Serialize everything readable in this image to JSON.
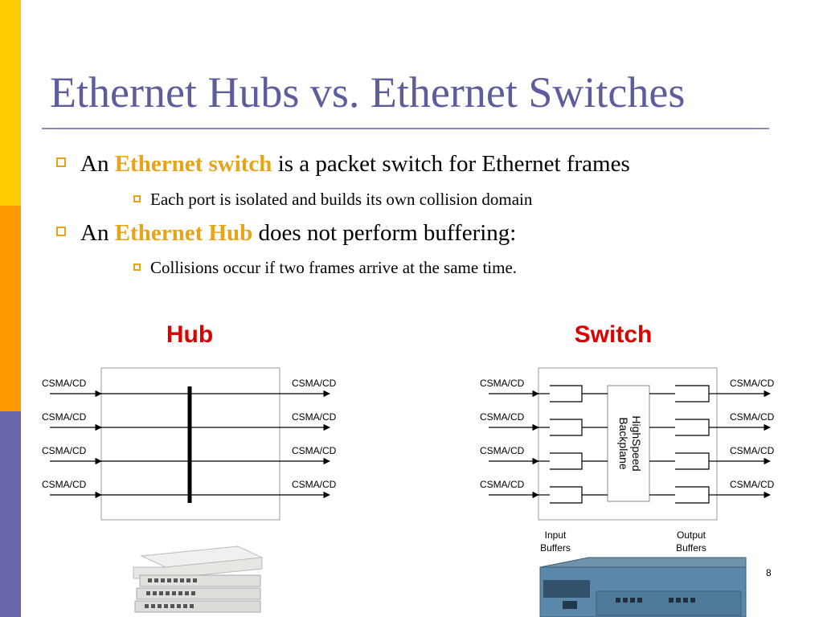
{
  "slide": {
    "title": "Ethernet Hubs vs. Ethernet Switches",
    "number": "8"
  },
  "bullets": [
    {
      "before": "An ",
      "highlight": "Ethernet switch",
      "after": " is a packet switch for Ethernet frames"
    },
    {
      "text": "Each port is isolated and builds its own collision domain"
    },
    {
      "before": "An ",
      "highlight": "Ethernet Hub",
      "after": " does not perform buffering:"
    },
    {
      "text": "Collisions occur if two frames arrive at the same time."
    }
  ],
  "hub_diagram": {
    "title": "Hub",
    "left_ports": [
      "CSMA/CD",
      "CSMA/CD",
      "CSMA/CD",
      "CSMA/CD"
    ],
    "right_ports": [
      "CSMA/CD",
      "CSMA/CD",
      "CSMA/CD",
      "CSMA/CD"
    ]
  },
  "switch_diagram": {
    "title": "Switch",
    "left_ports": [
      "CSMA/CD",
      "CSMA/CD",
      "CSMA/CD",
      "CSMA/CD"
    ],
    "right_ports": [
      "CSMA/CD",
      "CSMA/CD",
      "CSMA/CD",
      "CSMA/CD"
    ],
    "backplane_line1": "HighSpeed",
    "backplane_line2": "Backplane",
    "input_buffers_line1": "Input",
    "input_buffers_line2": "Buffers",
    "output_buffers_line1": "Output",
    "output_buffers_line2": "Buffers"
  },
  "colors": {
    "accent": "#e8a317",
    "title": "#5d5d9e",
    "diagram_title": "#dd0000",
    "bar_yellow": "#ffcc00",
    "bar_orange": "#ff9900",
    "bar_purple": "#6666a8"
  }
}
